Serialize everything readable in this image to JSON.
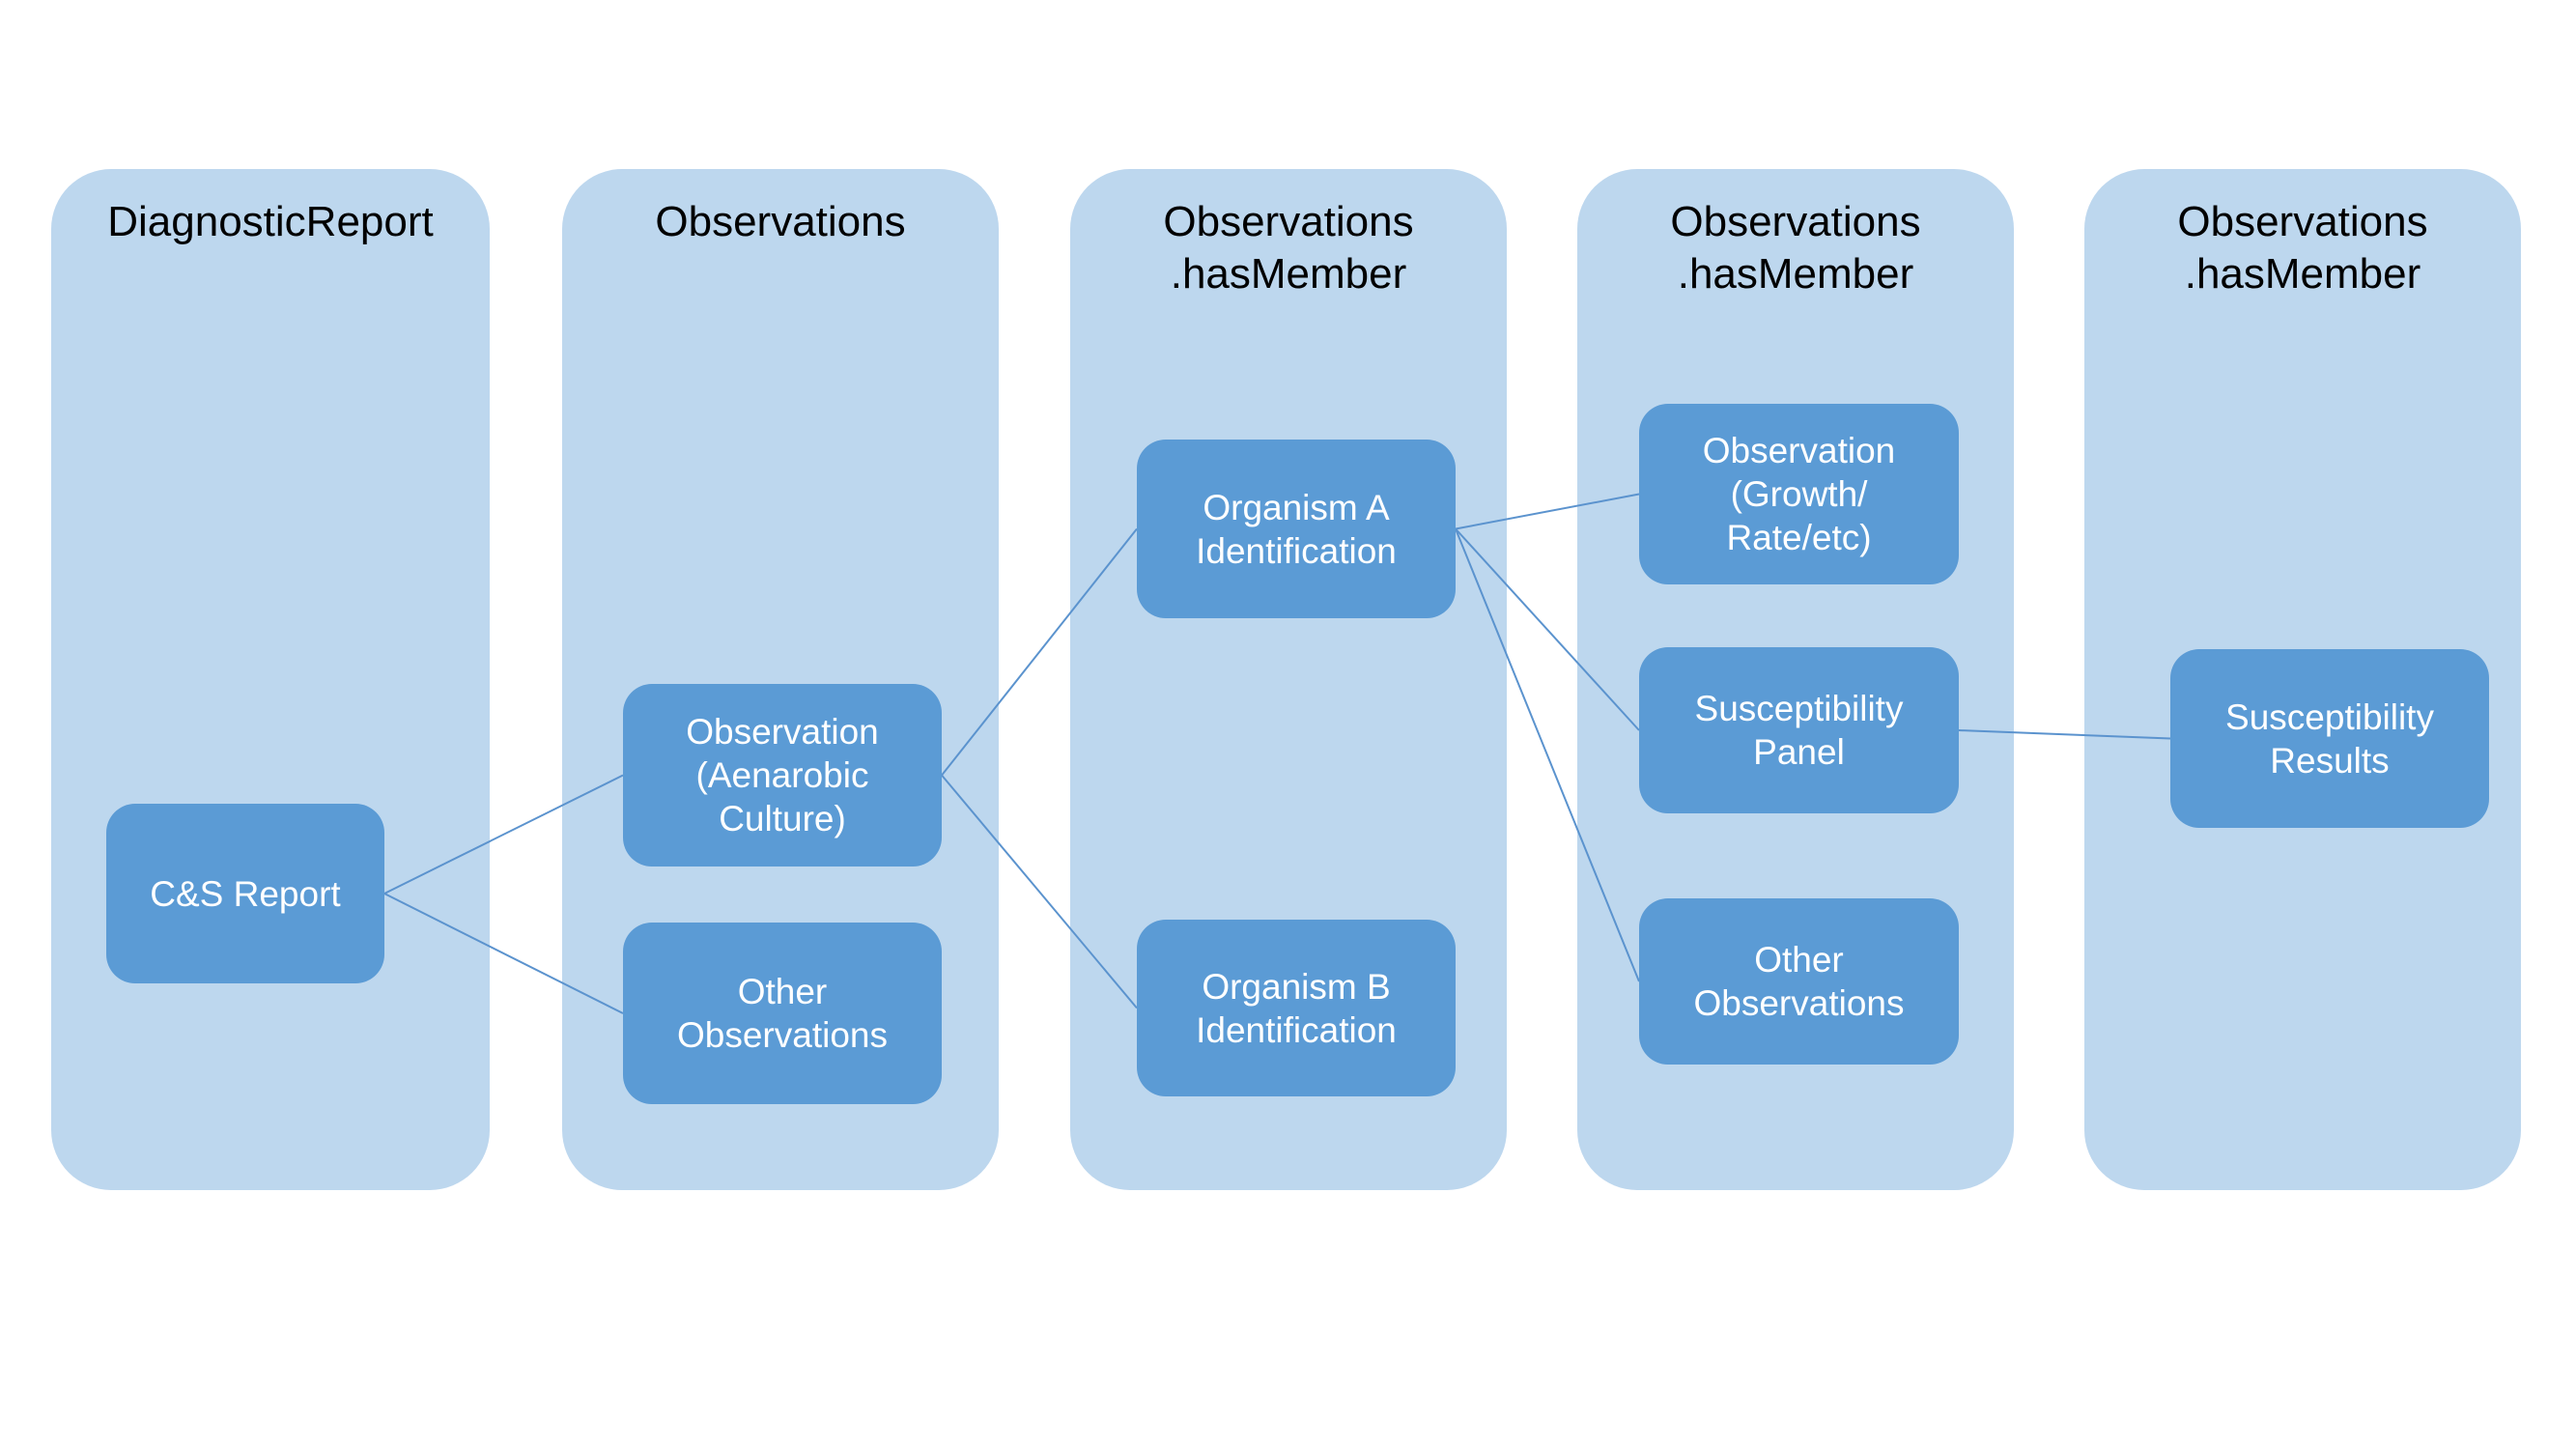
{
  "diagram": {
    "colors": {
      "column_fill": "#BDD7EE",
      "node_fill": "#5B9BD5",
      "node_text": "#FFFFFF",
      "title_text": "#000000",
      "connector": "#5B93CE"
    },
    "columns": [
      {
        "id": "diagnostic-report",
        "title": "DiagnosticReport"
      },
      {
        "id": "observations",
        "title": "Observations"
      },
      {
        "id": "observations-hasmember-1",
        "title": "Observations\n.hasMember"
      },
      {
        "id": "observations-hasmember-2",
        "title": "Observations\n.hasMember"
      },
      {
        "id": "observations-hasmember-3",
        "title": "Observations\n.hasMember"
      }
    ],
    "nodes": [
      {
        "id": "cs-report",
        "label": "C&S Report"
      },
      {
        "id": "observation-aenarobic-culture",
        "label": "Observation\n(Aenarobic\nCulture)"
      },
      {
        "id": "other-observations-1",
        "label": "Other\nObservations"
      },
      {
        "id": "organism-a-identification",
        "label": "Organism A\nIdentification"
      },
      {
        "id": "organism-b-identification",
        "label": "Organism B\nIdentification"
      },
      {
        "id": "observation-growth-rate",
        "label": "Observation\n(Growth/\nRate/etc)"
      },
      {
        "id": "susceptibility-panel",
        "label": "Susceptibility\nPanel"
      },
      {
        "id": "other-observations-2",
        "label": "Other\nObservations"
      },
      {
        "id": "susceptibility-results",
        "label": "Susceptibility\nResults"
      }
    ],
    "connections": [
      {
        "from": "cs-report",
        "to": "observation-aenarobic-culture"
      },
      {
        "from": "cs-report",
        "to": "other-observations-1"
      },
      {
        "from": "observation-aenarobic-culture",
        "to": "organism-a-identification"
      },
      {
        "from": "observation-aenarobic-culture",
        "to": "organism-b-identification"
      },
      {
        "from": "organism-a-identification",
        "to": "observation-growth-rate"
      },
      {
        "from": "organism-a-identification",
        "to": "susceptibility-panel"
      },
      {
        "from": "organism-a-identification",
        "to": "other-observations-2"
      },
      {
        "from": "susceptibility-panel",
        "to": "susceptibility-results"
      }
    ]
  }
}
